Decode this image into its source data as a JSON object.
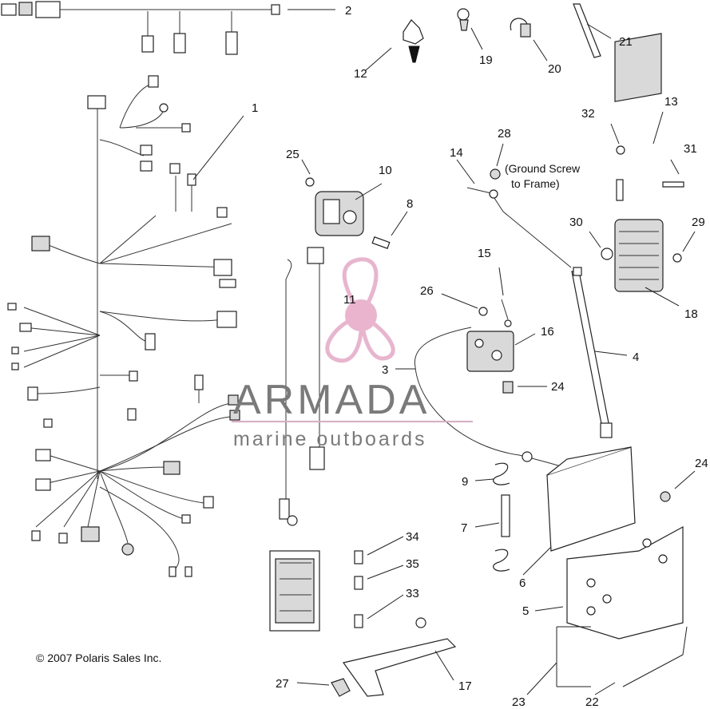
{
  "copyright": "© 2007 Polaris Sales Inc.",
  "note_ground_screw": [
    "(Ground Screw",
    "to Frame)"
  ],
  "watermark": {
    "title": "ARMADA",
    "subtitle": "marine outboards",
    "color": "#e8a7c6"
  },
  "callouts": [
    "1",
    "2",
    "3",
    "4",
    "5",
    "6",
    "7",
    "8",
    "9",
    "10",
    "11",
    "12",
    "13",
    "14",
    "15",
    "16",
    "17",
    "18",
    "19",
    "20",
    "21",
    "22",
    "23",
    "24",
    "24",
    "25",
    "26",
    "27",
    "28",
    "29",
    "30",
    "31",
    "32",
    "33",
    "34",
    "35"
  ]
}
